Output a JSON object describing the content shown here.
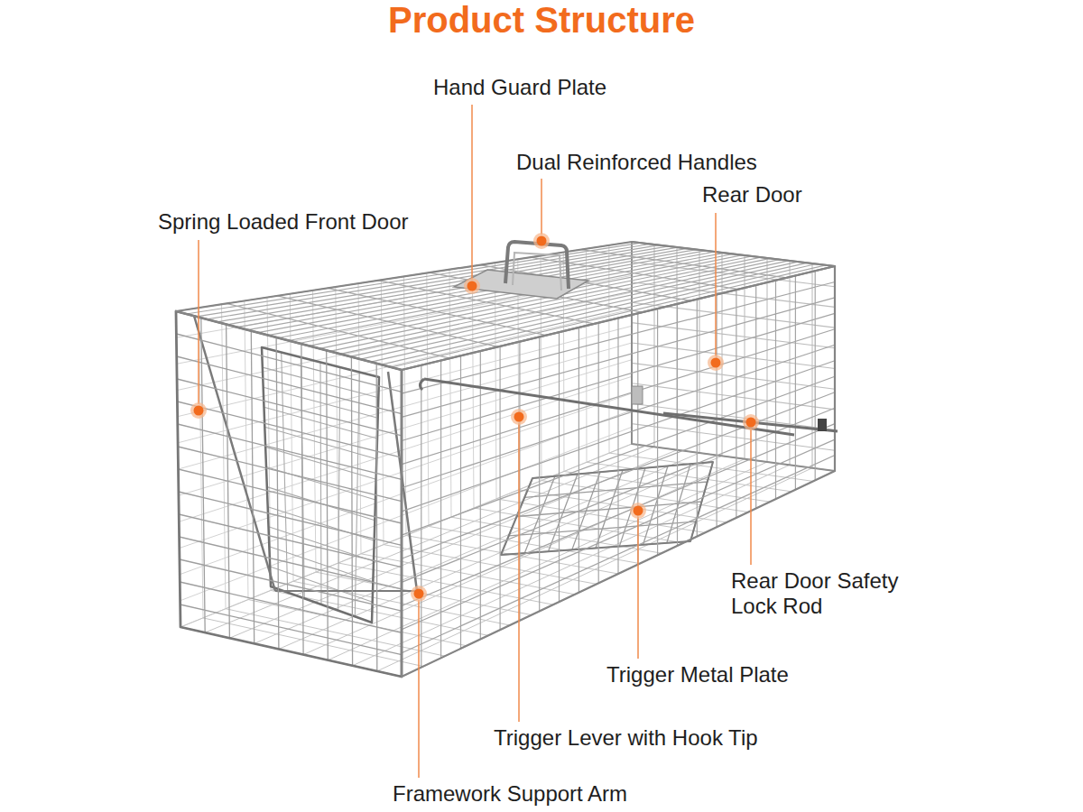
{
  "diagram": {
    "title": "Product Structure",
    "labels": [
      "Hand Guard Plate",
      "Dual Reinforced Handles",
      "Rear Door",
      "Spring Loaded Front Door",
      "Rear Door Safety Lock Rod",
      "Trigger Metal Plate",
      "Trigger Lever with Hook Tip",
      "Framework Support Arm"
    ]
  }
}
